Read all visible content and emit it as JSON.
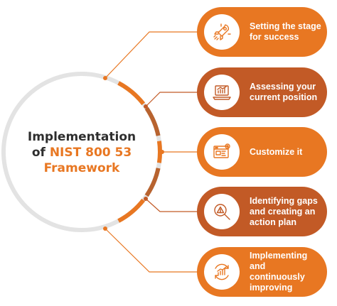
{
  "center": {
    "line1": "Implementation",
    "line2_prefix": "of ",
    "line2_highlight": "NIST 800 53",
    "line3": "Framework"
  },
  "steps": [
    {
      "label": "Setting the stage for success",
      "icon": "rocket-icon",
      "color": "#e87722"
    },
    {
      "label": "Assessing your current position",
      "icon": "laptop-chart-icon",
      "color": "#c25a26"
    },
    {
      "label": "Customize it",
      "icon": "browser-gear-icon",
      "color": "#e87722"
    },
    {
      "label": "Identifying gaps and creating an action plan",
      "icon": "magnifier-warning-icon",
      "color": "#c25a26"
    },
    {
      "label": "Implementing and continuously improving",
      "icon": "growth-cycle-icon",
      "color": "#e87722"
    }
  ],
  "colors": {
    "accent": "#e87722",
    "accent_dark": "#c25a26",
    "ring_gray": "#e3e3e3",
    "ring_segment_orange": "#e87722",
    "ring_segment_brown": "#b8632f",
    "title_text": "#2e2e2e"
  }
}
